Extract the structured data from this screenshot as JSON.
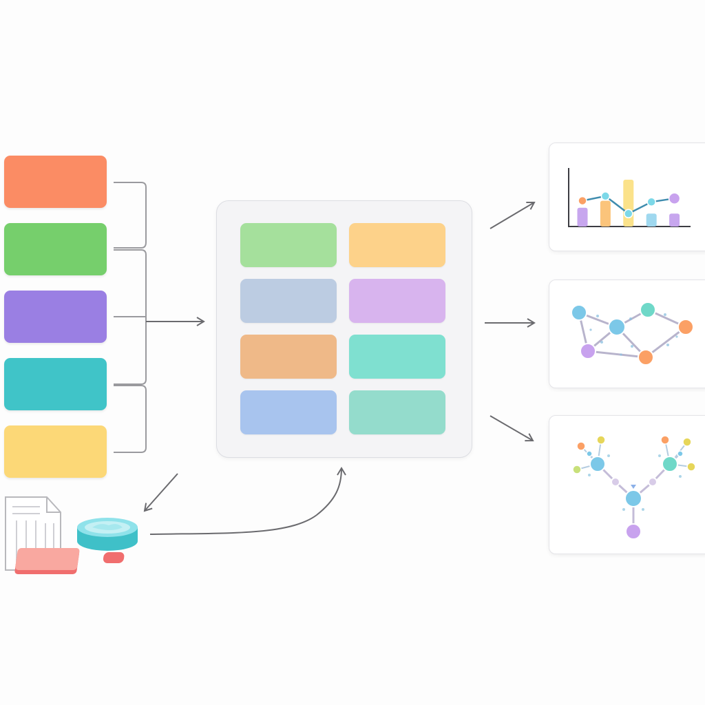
{
  "colors": {
    "background": "#fdfdfd",
    "connector": "#9a9a9e",
    "arrow": "#6a6a6e",
    "input_blocks": [
      "#fb8c64",
      "#76cf6c",
      "#9a7fe3",
      "#40c4c8",
      "#fcd877"
    ],
    "center_cells": [
      "#a5e09c",
      "#fdd28a",
      "#bccce2",
      "#d8b4ee",
      "#efb988",
      "#7fe0d0",
      "#a8c4ee",
      "#94dccc"
    ],
    "chart_series": [
      "#c7a6ee",
      "#fbc47b",
      "#fbe28a",
      "#9fd8ef",
      "#c7a6ee"
    ],
    "node_colors": {
      "blue": "#7cc8e8",
      "teal": "#6fd8c8",
      "orange": "#fba065",
      "purple": "#c8a2ee",
      "yellow": "#e6d65a",
      "gray": "#c8c0d8"
    }
  },
  "icons": {
    "document": "document-icon",
    "database": "database-icon",
    "card": "card-icon",
    "bar_chart": "bar-chart-icon",
    "network": "network-graph-icon",
    "tree": "tree-graph-icon"
  },
  "chart_data": {
    "type": "bar",
    "bars": [
      32,
      44,
      80,
      22,
      22
    ],
    "line": [
      44,
      52,
      22,
      42,
      48
    ],
    "ylim": [
      0,
      100
    ]
  }
}
